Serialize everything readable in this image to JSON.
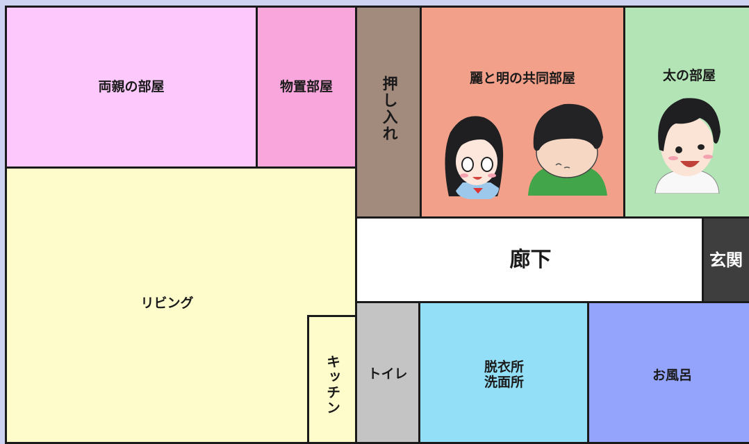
{
  "rooms": {
    "parents": {
      "label": "両親の部屋",
      "color": "#fdc8fb"
    },
    "storage": {
      "label": "物置部屋",
      "color": "#f9a6dc"
    },
    "closet": {
      "label": "押し入れ",
      "color": "#a28a7c"
    },
    "shared": {
      "label": "麗と明の共同部屋",
      "color": "#f3a08a"
    },
    "futoshi": {
      "label": "太の部屋",
      "color": "#b3e4b6"
    },
    "living": {
      "label": "リビング",
      "color": "#fefcca"
    },
    "kitchen": {
      "label": "キッチン",
      "color": "#fefcca"
    },
    "hallway": {
      "label": "廊下",
      "color": "#ffffff"
    },
    "entrance": {
      "label": "玄関",
      "color": "#3e3e3e"
    },
    "toilet": {
      "label": "トイレ",
      "color": "#c4c4c4"
    },
    "dressing": {
      "label": "脱衣所\n洗面所",
      "color": "#93dff8"
    },
    "bath": {
      "label": "お風呂",
      "color": "#94a3fb"
    }
  },
  "characters": [
    "girl-with-black-hair",
    "boy-with-long-bangs",
    "smiling-boy"
  ]
}
